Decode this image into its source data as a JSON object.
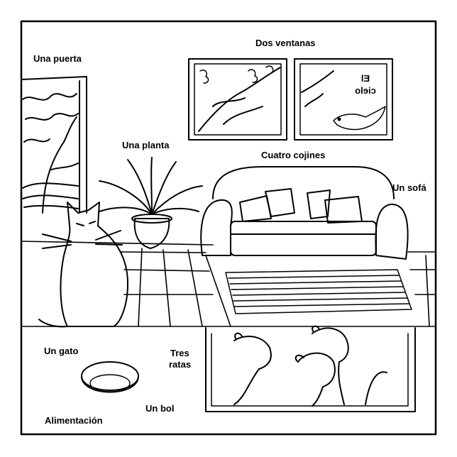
{
  "labels": {
    "door": "Una puerta",
    "windows": "Dos ventanas",
    "plant": "Una planta",
    "cushions": "Cuatro cojines",
    "sofa": "Un sofá",
    "cat": "Un gato",
    "rats_line1": "Tres",
    "rats_line2": "ratas",
    "bowl": "Un bol",
    "food": "Alimentación",
    "sky_line1": "El",
    "sky_line2": "cielo"
  }
}
